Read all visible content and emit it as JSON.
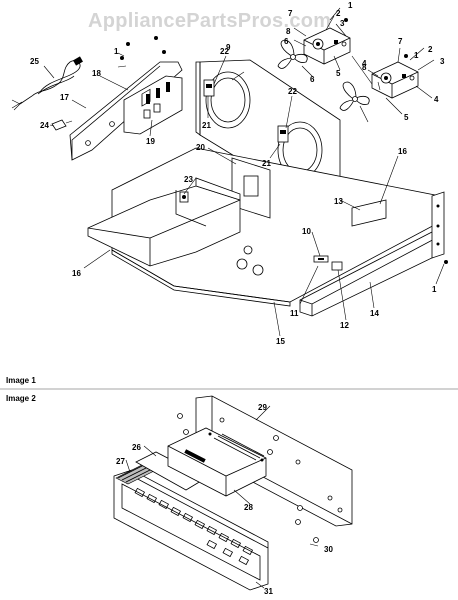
{
  "watermark": "AppliancePartsPros.com",
  "image_labels": {
    "image1": "Image 1",
    "image2": "Image 2"
  },
  "callouts": {
    "c1a": "1",
    "c1b": "1",
    "c1c": "1",
    "c1d": "1",
    "c1e": "1",
    "c2a": "2",
    "c2b": "2",
    "c3a": "3",
    "c3b": "3",
    "c4a": "4",
    "c4b": "4",
    "c5a": "5",
    "c5b": "5",
    "c6a": "6",
    "c6b": "6",
    "c7a": "7",
    "c7b": "7",
    "c8a": "8",
    "c8b": "8",
    "c9": "9",
    "c10": "10",
    "c11": "11",
    "c12": "12",
    "c13": "13",
    "c14": "14",
    "c15": "15",
    "c16a": "16",
    "c16b": "16",
    "c17": "17",
    "c18": "18",
    "c19": "19",
    "c20": "20",
    "c21a": "21",
    "c21b": "21",
    "c22a": "22",
    "c22b": "22",
    "c23": "23",
    "c24": "24",
    "c25": "25",
    "c26": "26",
    "c27": "27",
    "c28": "28",
    "c29": "29",
    "c30": "30",
    "c31": "31"
  }
}
